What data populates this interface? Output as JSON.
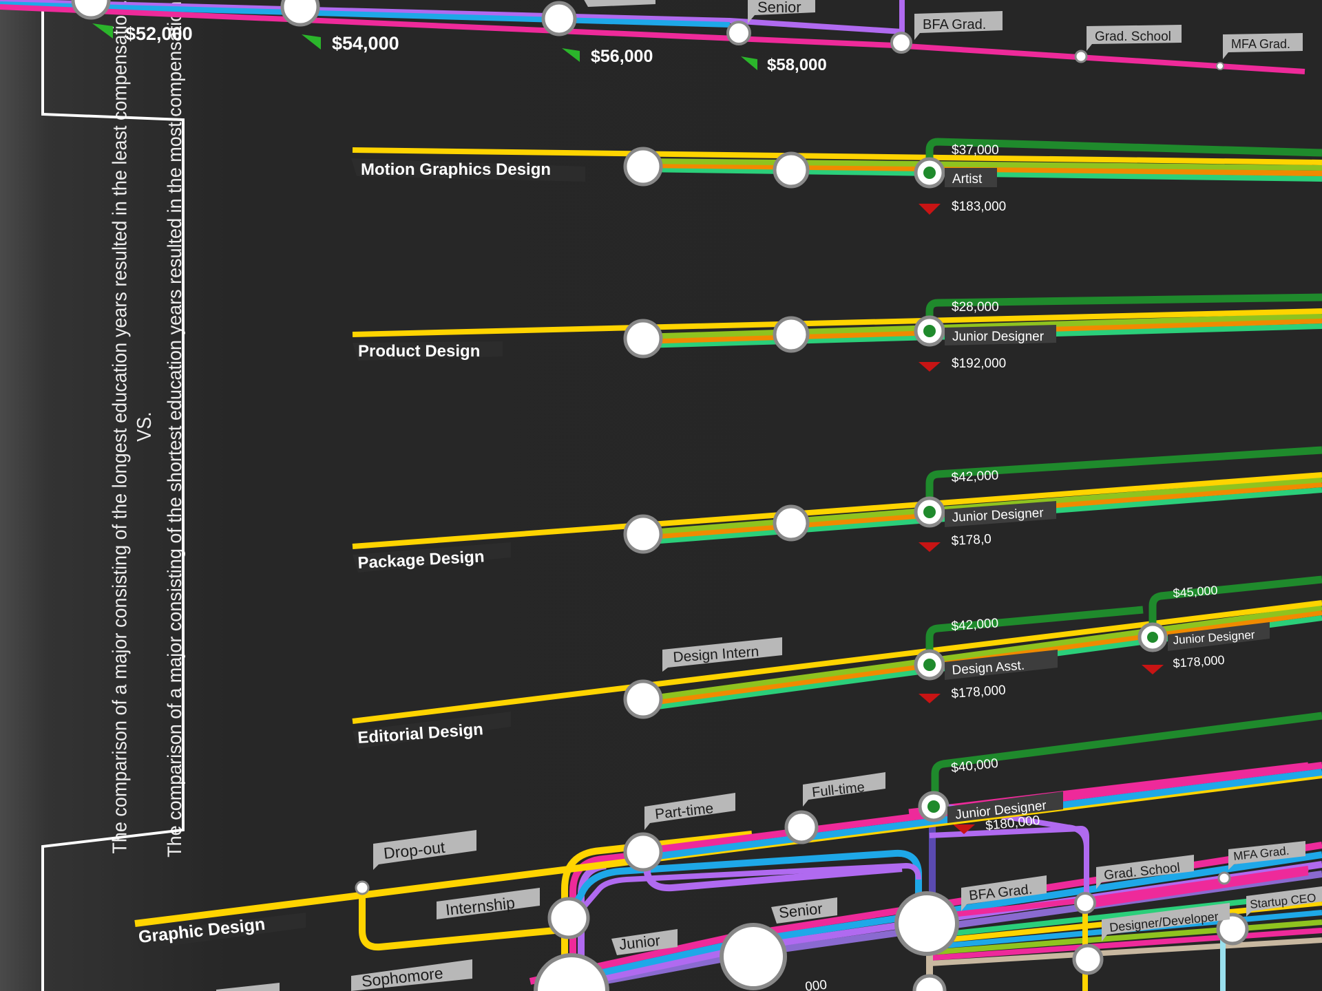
{
  "sidebar": {
    "line1": "The comparison of a major consisting of the longest education years resulted in the least compensation.",
    "vs": "VS.",
    "line2": "The comparison of a major consisting of the shortest education years resulted in the most compensation."
  },
  "top": {
    "salaries": [
      "$52,000",
      "$54,000",
      "$56,000",
      "$58,000"
    ],
    "stations": [
      "Senior",
      "BFA Grad.",
      "Grad. School",
      "MFA Grad."
    ]
  },
  "lines": [
    {
      "name": "Motion Graphics Design",
      "start": "$37,000",
      "role": "Artist",
      "max": "$183,000"
    },
    {
      "name": "Product Design",
      "start": "$28,000",
      "role": "Junior Designer",
      "max": "$192,000"
    },
    {
      "name": "Package Design",
      "start": "$42,000",
      "role": "Junior Designer",
      "max": "$178,0"
    },
    {
      "name": "Editorial Design",
      "start": "$42,000",
      "role": "Design Asst.",
      "max": "$178,000",
      "intern": "Design Intern",
      "second_start": "$45,000",
      "second_role": "Junior Designer",
      "second_max": "$178,000"
    }
  ],
  "graphic": {
    "name": "Graphic Design",
    "dropout": "Drop-out",
    "internship": "Internship",
    "parttime": "Part-time",
    "fulltime": "Full-time",
    "start": "$40,000",
    "role": "Junior Designer",
    "max": "$180,000",
    "sophomore": "Sophomore",
    "junior": "Junior",
    "senior": "Senior",
    "bfa": "BFA Grad.",
    "gradschool": "Grad. School",
    "mfa": "MFA Grad.",
    "devdes": "Designer/Developer",
    "ceo": "Startup CEO",
    "partial": "000"
  },
  "colors": {
    "yellow": "#ffd400",
    "orange": "#f08a00",
    "green": "#2bcf7a",
    "darkgreen": "#1f8a2c",
    "magenta": "#ee2a9a",
    "blue": "#1ea8e8",
    "violet": "#b06af0",
    "red": "#c81414"
  }
}
